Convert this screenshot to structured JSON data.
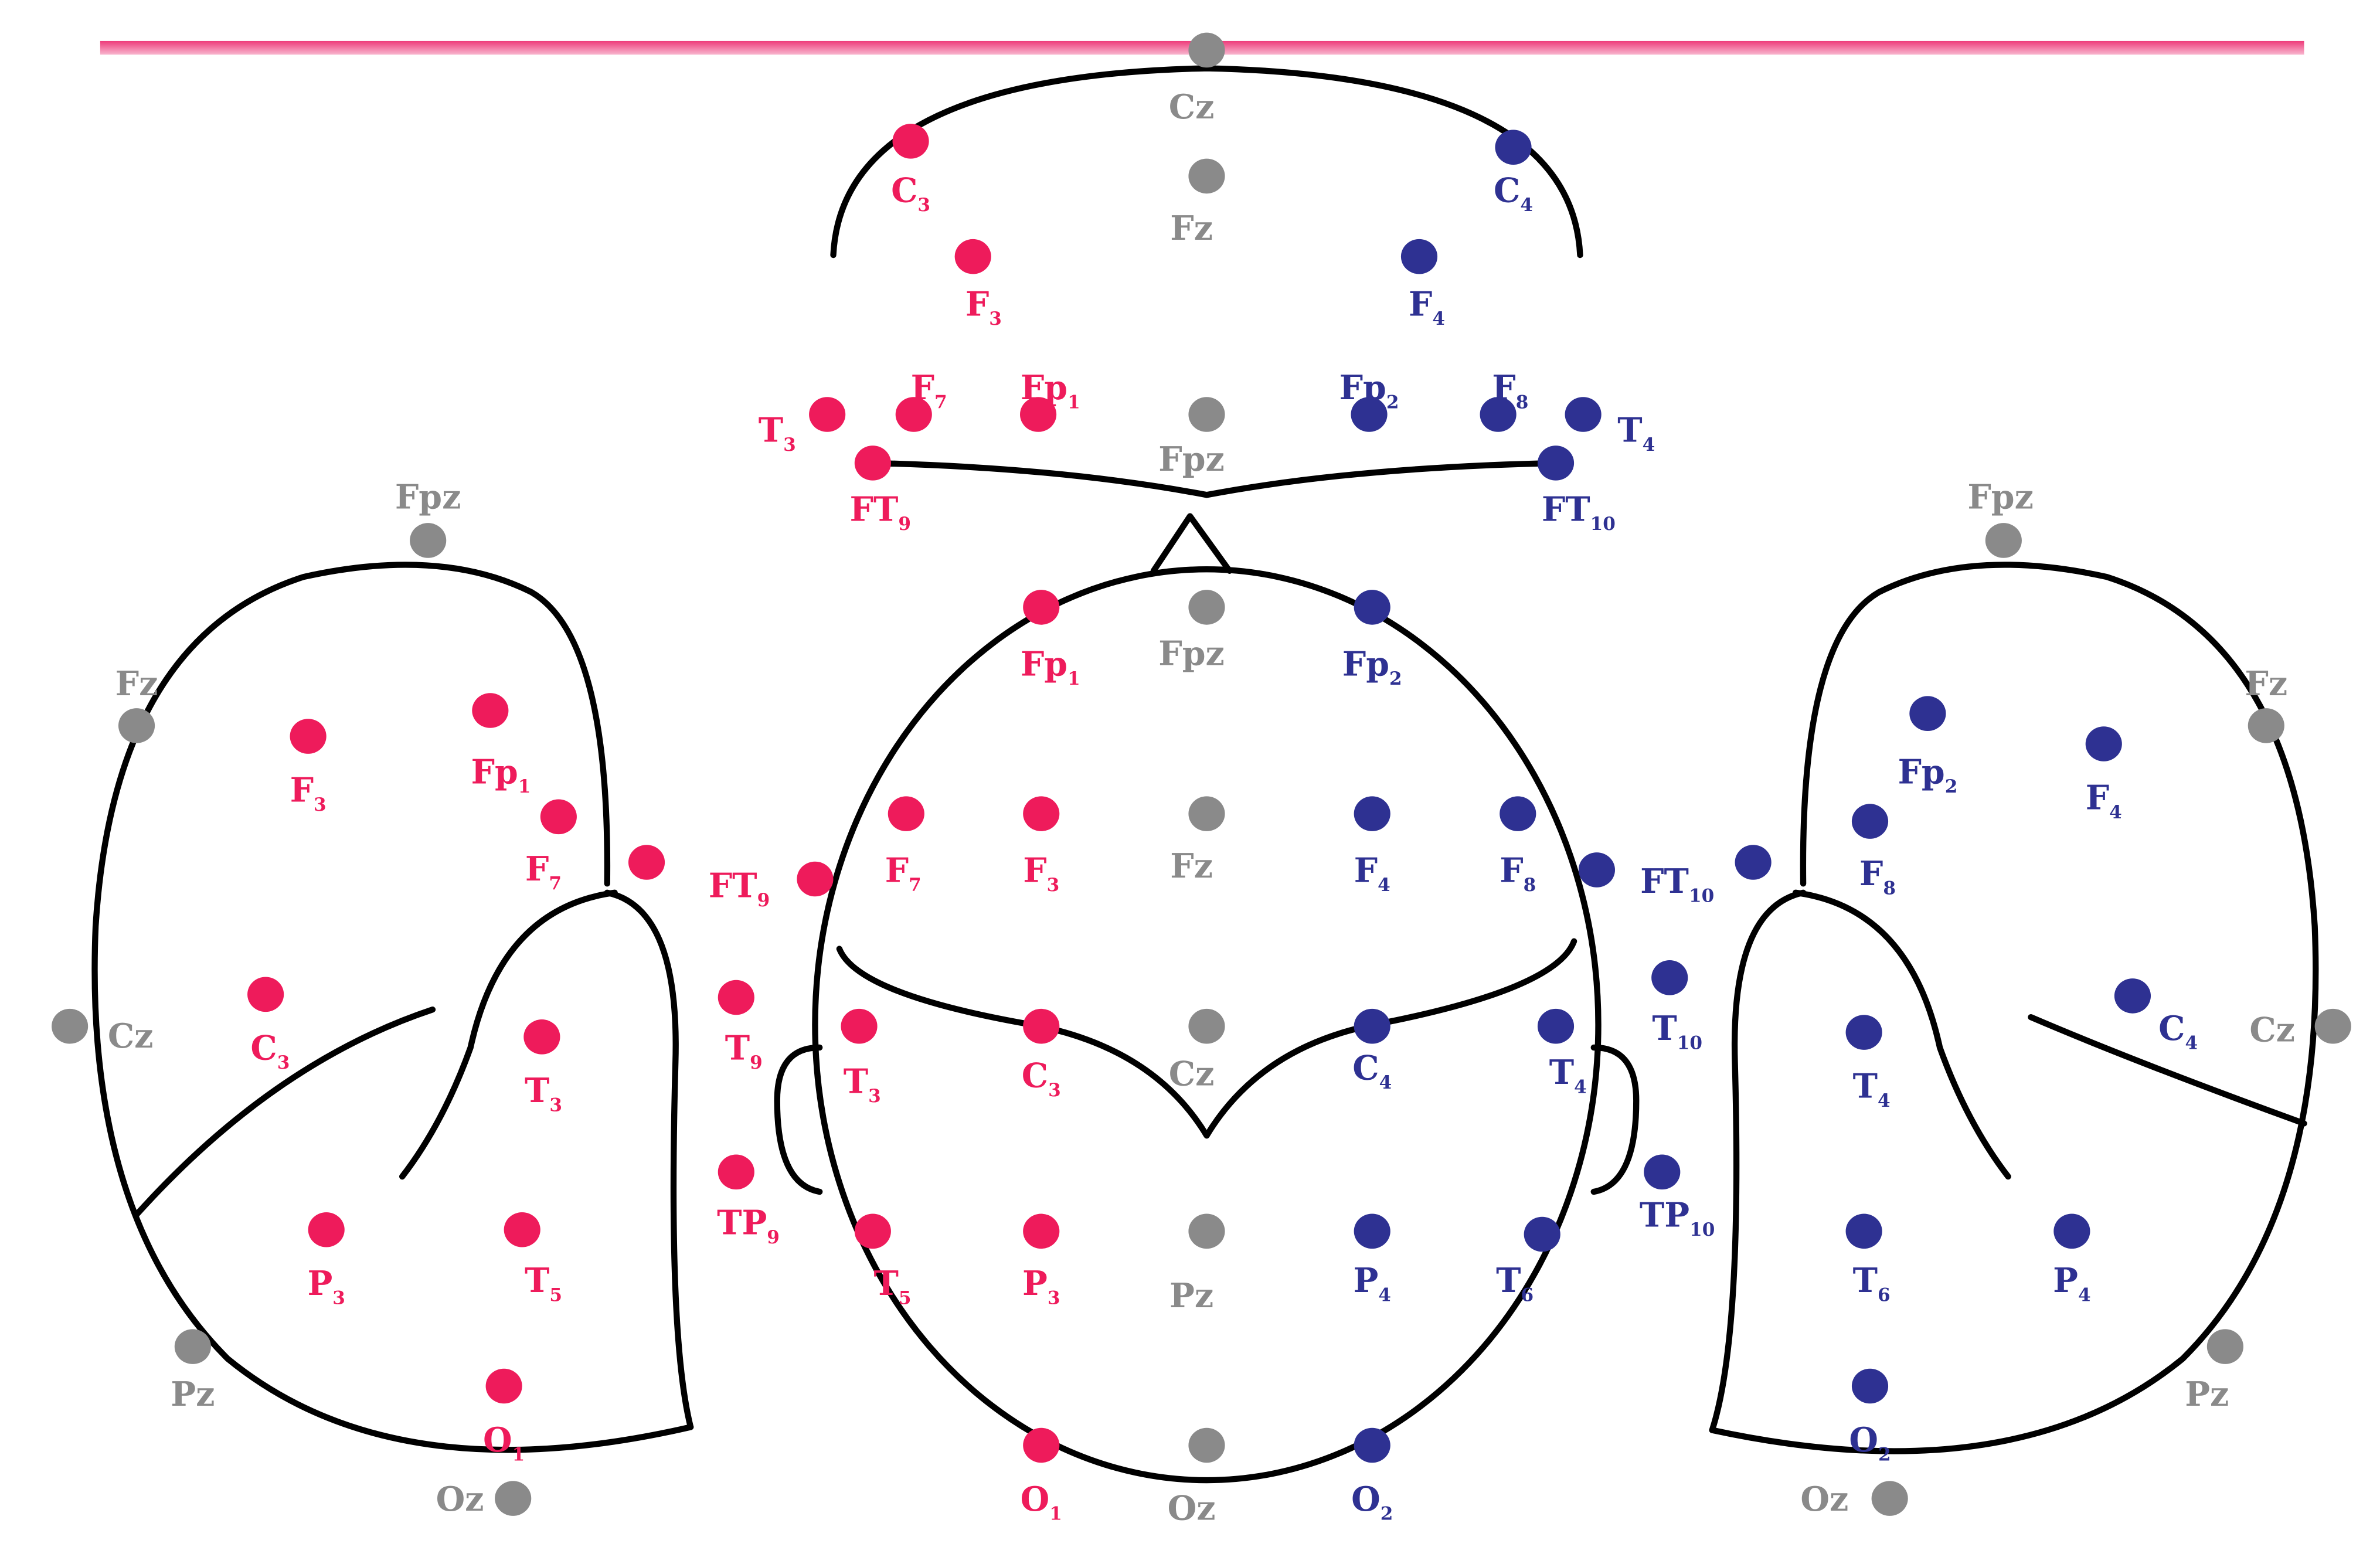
{
  "colors": {
    "left": "#ee1b5b",
    "right": "#2e3192",
    "midline": "#8a8a8a",
    "bar": "#ee3b7a"
  },
  "views": {
    "coronal": [
      {
        "b": "Cz",
        "s": "",
        "h": "midline"
      },
      {
        "b": "C",
        "s": "3",
        "h": "left"
      },
      {
        "b": "Fz",
        "s": "",
        "h": "midline"
      },
      {
        "b": "C",
        "s": "4",
        "h": "right"
      },
      {
        "b": "F",
        "s": "3",
        "h": "left"
      },
      {
        "b": "F",
        "s": "4",
        "h": "right"
      },
      {
        "b": "T",
        "s": "3",
        "h": "left"
      },
      {
        "b": "F",
        "s": "7",
        "h": "left"
      },
      {
        "b": "Fp",
        "s": "1",
        "h": "left"
      },
      {
        "b": "Fpz",
        "s": "",
        "h": "midline"
      },
      {
        "b": "Fp",
        "s": "2",
        "h": "right"
      },
      {
        "b": "F",
        "s": "8",
        "h": "right"
      },
      {
        "b": "T",
        "s": "4",
        "h": "right"
      },
      {
        "b": "FT",
        "s": "9",
        "h": "left"
      },
      {
        "b": "FT",
        "s": "10",
        "h": "right"
      }
    ],
    "top": [
      {
        "b": "Fp",
        "s": "1",
        "h": "left"
      },
      {
        "b": "Fpz",
        "s": "",
        "h": "midline"
      },
      {
        "b": "Fp",
        "s": "2",
        "h": "right"
      },
      {
        "b": "F",
        "s": "7",
        "h": "left"
      },
      {
        "b": "F",
        "s": "3",
        "h": "left"
      },
      {
        "b": "Fz",
        "s": "",
        "h": "midline"
      },
      {
        "b": "F",
        "s": "4",
        "h": "right"
      },
      {
        "b": "F",
        "s": "8",
        "h": "right"
      },
      {
        "b": "FT",
        "s": "9",
        "h": "left"
      },
      {
        "b": "FT",
        "s": "10",
        "h": "right"
      },
      {
        "b": "T",
        "s": "9",
        "h": "left"
      },
      {
        "b": "T",
        "s": "10",
        "h": "right"
      },
      {
        "b": "T",
        "s": "3",
        "h": "left"
      },
      {
        "b": "C",
        "s": "3",
        "h": "left"
      },
      {
        "b": "Cz",
        "s": "",
        "h": "midline"
      },
      {
        "b": "C",
        "s": "4",
        "h": "right"
      },
      {
        "b": "T",
        "s": "4",
        "h": "right"
      },
      {
        "b": "TP",
        "s": "9",
        "h": "left"
      },
      {
        "b": "TP",
        "s": "10",
        "h": "right"
      },
      {
        "b": "T",
        "s": "5",
        "h": "left"
      },
      {
        "b": "P",
        "s": "3",
        "h": "left"
      },
      {
        "b": "Pz",
        "s": "",
        "h": "midline"
      },
      {
        "b": "P",
        "s": "4",
        "h": "right"
      },
      {
        "b": "T",
        "s": "6",
        "h": "right"
      },
      {
        "b": "O",
        "s": "1",
        "h": "left"
      },
      {
        "b": "Oz",
        "s": "",
        "h": "midline"
      },
      {
        "b": "O",
        "s": "2",
        "h": "right"
      }
    ],
    "left": [
      {
        "b": "Fpz",
        "s": "",
        "h": "midline"
      },
      {
        "b": "Fz",
        "s": "",
        "h": "midline"
      },
      {
        "b": "F",
        "s": "3",
        "h": "left"
      },
      {
        "b": "Fp",
        "s": "1",
        "h": "left"
      },
      {
        "b": "F",
        "s": "7",
        "h": "left"
      },
      {
        "b": "",
        "s": "",
        "h": "left"
      },
      {
        "b": "Cz",
        "s": "",
        "h": "midline"
      },
      {
        "b": "C",
        "s": "3",
        "h": "left"
      },
      {
        "b": "T",
        "s": "3",
        "h": "left"
      },
      {
        "b": "P",
        "s": "3",
        "h": "left"
      },
      {
        "b": "T",
        "s": "5",
        "h": "left"
      },
      {
        "b": "Pz",
        "s": "",
        "h": "midline"
      },
      {
        "b": "O",
        "s": "1",
        "h": "left"
      },
      {
        "b": "Oz",
        "s": "",
        "h": "midline"
      }
    ],
    "right": [
      {
        "b": "Fpz",
        "s": "",
        "h": "midline"
      },
      {
        "b": "Fz",
        "s": "",
        "h": "midline"
      },
      {
        "b": "Fp",
        "s": "2",
        "h": "right"
      },
      {
        "b": "F",
        "s": "4",
        "h": "right"
      },
      {
        "b": "F",
        "s": "8",
        "h": "right"
      },
      {
        "b": "",
        "s": "",
        "h": "right"
      },
      {
        "b": "C",
        "s": "4",
        "h": "right"
      },
      {
        "b": "Cz",
        "s": "",
        "h": "midline"
      },
      {
        "b": "T",
        "s": "4",
        "h": "right"
      },
      {
        "b": "T",
        "s": "6",
        "h": "right"
      },
      {
        "b": "P",
        "s": "4",
        "h": "right"
      },
      {
        "b": "Pz",
        "s": "",
        "h": "midline"
      },
      {
        "b": "O",
        "s": "2",
        "h": "right"
      },
      {
        "b": "Oz",
        "s": "",
        "h": "midline"
      }
    ]
  }
}
